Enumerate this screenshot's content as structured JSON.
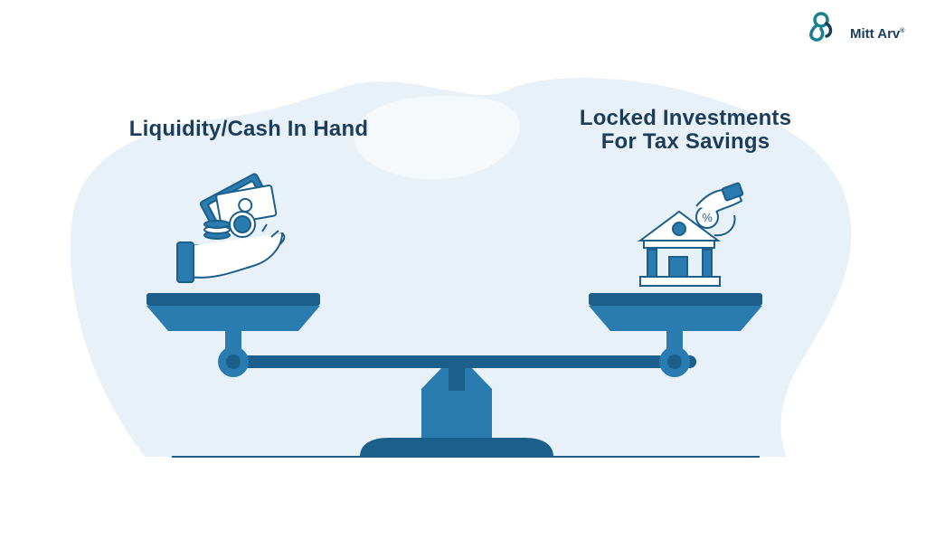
{
  "brand": {
    "name": "Mitt Arv",
    "mark": "®",
    "icon": "infinity-logo-icon"
  },
  "left_side": {
    "label": "Liquidity/Cash In Hand",
    "icon": "hand-with-cash-icon"
  },
  "right_side": {
    "label_line1": "Locked Investments",
    "label_line2": "For Tax Savings",
    "icon": "bank-with-percent-icon"
  },
  "colors": {
    "background_blob": "#e9f1f8",
    "scale_dark": "#1b5f8a",
    "scale_mid": "#2a7bb0",
    "scale_light": "#3b90c7",
    "text": "#1c3d5a",
    "logo_teal": "#1a7f8f"
  }
}
